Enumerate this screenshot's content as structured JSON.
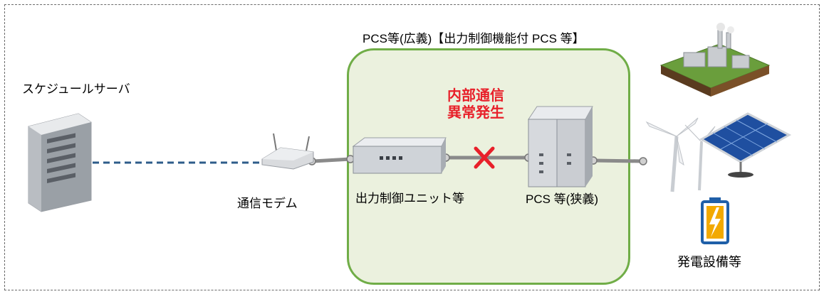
{
  "pcs_group": {
    "title": "PCS等(広義)【出力制御機能付 PCS 等】"
  },
  "nodes": {
    "server": "スケジュールサーバ",
    "modem": "通信モデム",
    "control_unit": "出力制御ユニット等",
    "pcs": "PCS 等(狭義)",
    "equipment": "発電設備等"
  },
  "error": {
    "line1": "内部通信",
    "line2": "異常発生"
  },
  "colors": {
    "frame": "#6a6a6a",
    "pcs_fill": "#ebf1de",
    "pcs_border": "#70ad47",
    "error": "#e8202a",
    "link_dashed": "#2e5c8a",
    "link_solid": "#888888"
  }
}
